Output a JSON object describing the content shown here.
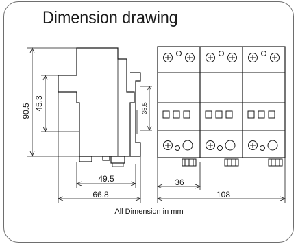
{
  "title": "Dimension drawing",
  "dimensions": {
    "overall_height": "90.5",
    "mid_height": "45.3",
    "right_height": "35.5",
    "depth_front": "49.5",
    "depth_total": "66.8",
    "pole_width": "36",
    "total_width": "108"
  },
  "footnote": "All Dimension in mm",
  "colors": {
    "line": "#1a1a1a",
    "frame": "#6e6e6e"
  }
}
